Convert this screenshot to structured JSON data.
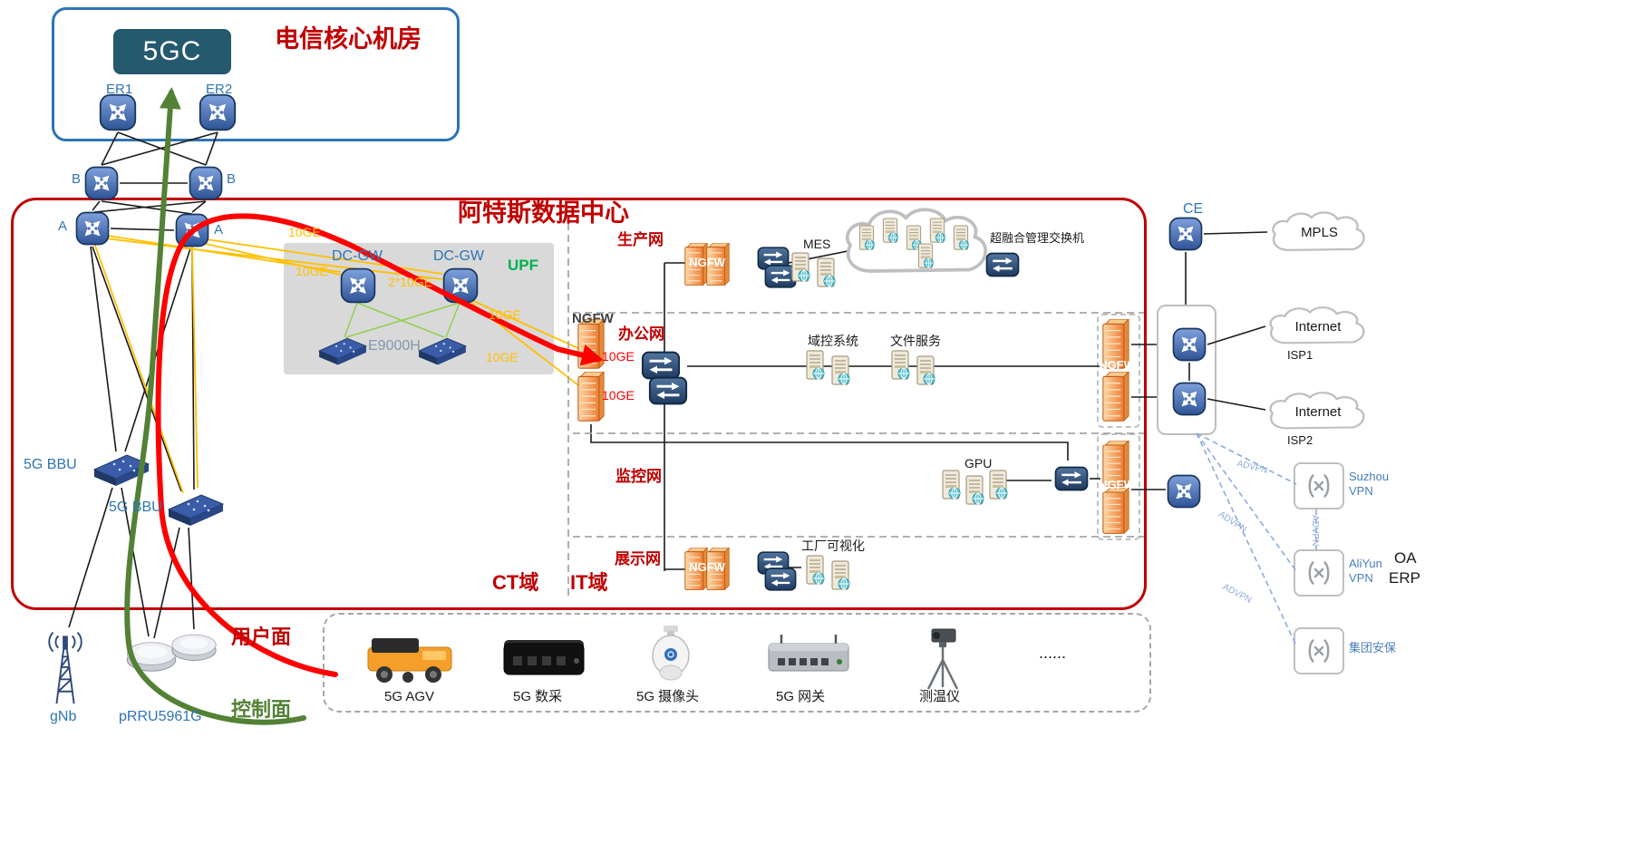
{
  "colors": {
    "accent_red": "#C00000",
    "label_blue": "#2E74B5",
    "link_orange": "#FFC000",
    "plane_green": "#538135",
    "upf_green": "#00B050",
    "ngfw_orange": "#ED7D31"
  },
  "telecom": {
    "title": "电信核心机房",
    "core": "5GC",
    "er1": "ER1",
    "er2": "ER2"
  },
  "agg": {
    "b1": "B",
    "b2": "B",
    "a1": "A",
    "a2": "A"
  },
  "dc": {
    "title": "阿特斯数据中心",
    "ct": "CT域",
    "it": "IT域",
    "upf": {
      "name": "UPF",
      "dcgw1": "DC-GW",
      "dcgw2": "DC-GW",
      "link": "2*10GE",
      "server": "E9000H"
    },
    "ge": {
      "g1": "10GE",
      "g2": "10GE",
      "g3": "10GE",
      "g4": "10GE",
      "g5": "10GE",
      "g6": "10GE"
    },
    "prod": {
      "name": "生产网",
      "ngfw": "NGFW",
      "mes": "MES",
      "hci": "超融合管理交换机"
    },
    "office": {
      "name": "办公网",
      "ngfw": "NGFW",
      "domain": "域控系统",
      "file": "文件服务"
    },
    "monitor": {
      "name": "监控网",
      "gpu": "GPU",
      "ngfw": "NGFW"
    },
    "display": {
      "name": "展示网",
      "ngfw": "NGFW",
      "viz": "工厂可视化"
    },
    "wan_ngfw": "NGFW"
  },
  "access": {
    "bbu1": "5G BBU",
    "bbu2": "5G BBU",
    "gnb": "gNb",
    "prru": "pRRU5961G"
  },
  "planes": {
    "user": "用户面",
    "control": "控制面"
  },
  "wan": {
    "ce": "CE",
    "mpls": "MPLS",
    "inet1": "Internet",
    "isp1": "ISP1",
    "inet2": "Internet",
    "isp2": "ISP2",
    "advpn": "ADVPN",
    "suzhou": "Suzhou VPN",
    "aliyun": "AliYun VPN",
    "oa": "OA",
    "erp": "ERP",
    "security": "集团安保"
  },
  "edge": {
    "agv": "5G AGV",
    "daq": "5G 数采",
    "cam": "5G 摄像头",
    "gw": "5G 网关",
    "thermo": "测温仪",
    "more": "......"
  }
}
